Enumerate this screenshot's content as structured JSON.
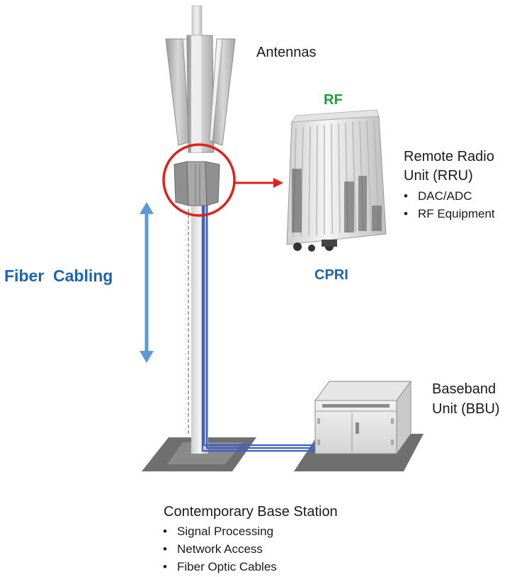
{
  "antennas_label": "Antennas",
  "rf_label": "RF",
  "rru": {
    "title_line1": "Remote Radio",
    "title_line2": "Unit (RRU)",
    "bullets": [
      "DAC/ADC",
      "RF Equipment"
    ]
  },
  "cpri_label": "CPRI",
  "fiber_label": "Fiber  Cabling",
  "bbu": {
    "title_line1": "Baseband",
    "title_line2": "Unit (BBU)"
  },
  "base_station": {
    "title": "Contemporary Base Station",
    "bullets": [
      "Signal Processing",
      "Network Access",
      "Fiber Optic Cables"
    ]
  },
  "colors": {
    "blue_text": "#1f63b0",
    "green_text": "#1e9e3a",
    "red_circle": "#e0201a",
    "arrow_blue": "#5b9bd5",
    "fiber_blue": "#3a5fcd"
  }
}
